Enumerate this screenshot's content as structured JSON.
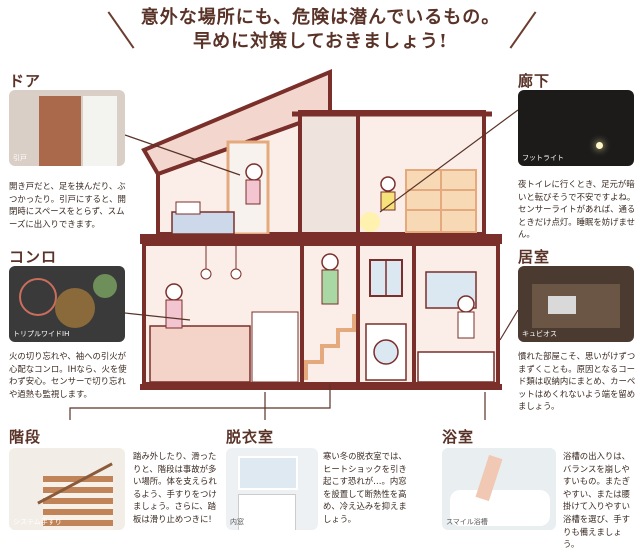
{
  "headline": {
    "line1": "意外な場所にも、危険は潜んでいるもの。",
    "line2": "早めに対策しておきましょう!"
  },
  "sections": {
    "door": {
      "title": "ドア",
      "photo_caption": "引戸",
      "description": "開き戸だと、足を挟んだり、ぶつかったり。引戸にすると、開閉時にスペースをとらず、スムーズに出入りできます。"
    },
    "stove": {
      "title": "コンロ",
      "photo_caption": "トリプルワイドIH",
      "description": "火の切り忘れや、袖への引火が心配なコンロ。IHなら、火を使わず安心。センサーで切り忘れや過熱も監視します。"
    },
    "hallway": {
      "title": "廊下",
      "photo_caption": "フットライト",
      "description": "夜トイレに行くとき、足元が暗いと転びそうで不安ですよね。センサーライトがあれば、通るときだけ点灯。睡眠を妨げません。"
    },
    "living": {
      "title": "居室",
      "photo_caption": "キュビオス",
      "description": "慣れた部屋こそ、思いがけずつまずくことも。原因となるコード類は収納内にまとめ、カーペットはめくれないよう端を留めましょう。"
    },
    "stairs": {
      "title": "階段",
      "photo_caption": "システム手すり",
      "description": "踏み外したり、滑ったりと、階段は事故が多い場所。体を支えられるよう、手すりをつけましょう。さらに、踏板は滑り止めつきに!"
    },
    "dressing": {
      "title": "脱衣室",
      "photo_caption": "内窓",
      "description": "寒い冬の脱衣室では、ヒートショックを引き起こす恐れが…。内窓を設置して断熱性を高め、冷え込みを抑えましょう。"
    },
    "bath": {
      "title": "浴室",
      "photo_caption": "スマイル浴槽",
      "description": "浴槽の出入りは、バランスを崩しやすいもの。またぎやすい、または腰掛けて入りやすい浴槽を選び、手すりも備えましょう。"
    }
  },
  "colors": {
    "frame": "#7a2f2a",
    "wall": "#fbeee9",
    "accent": "#5a3328",
    "wood": "#e4a97c"
  }
}
